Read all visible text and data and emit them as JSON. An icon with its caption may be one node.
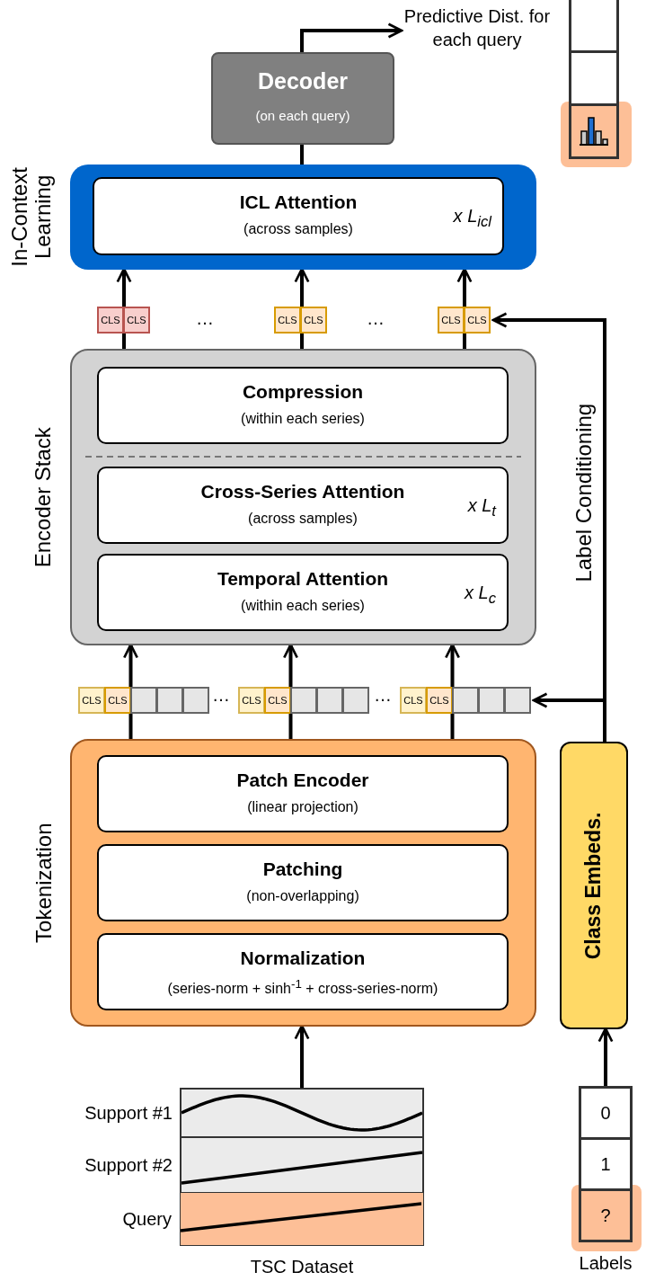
{
  "diagram": {
    "nodes": [
      {
        "text": [
          "Predictive Dist. for each query"
        ]
      },
      {
        "text": [],
        "shape": "box"
      },
      {
        "text": [],
        "shape": "box"
      },
      {
        "text": [],
        "shape": "box"
      },
      {
        "text": [
          "Decoder",
          "(on each query)"
        ]
      },
      {
        "text": [
          "In-Context Learning"
        ]
      },
      {
        "text": [
          "ICL Attention",
          "(across samples)",
          "x L$_{icl}$"
        ],
        "in": 5
      },
      {
        "text": [
          "CLS"
        ]
      },
      {
        "text": [
          "CLS"
        ]
      },
      {
        "text": [
          "CLS"
        ]
      },
      {
        "text": [
          "CLS"
        ]
      },
      {
        "text": [
          "CLS"
        ]
      },
      {
        "text": [
          "CLS"
        ]
      },
      {
        "text": [
          "Encoder Stack"
        ]
      },
      {
        "text": [
          "Compression",
          "(within each series)"
        ],
        "in": 13
      },
      {
        "text": [
          "Cross-Series Attention",
          "(across samples)",
          "x L$_{t}$"
        ],
        "in": 13
      },
      {
        "text": [
          "Temporal Attention",
          "(within each series)",
          "x L$_{c}$"
        ],
        "in": 13
      },
      {
        "text": [
          "CLS"
        ]
      },
      {
        "text": [
          "CLS"
        ]
      },
      {
        "text": [],
        "shape": "box"
      },
      {
        "text": [],
        "shape": "box"
      },
      {
        "text": [],
        "shape": "box"
      },
      {
        "text": [
          "CLS"
        ]
      },
      {
        "text": [
          "CLS"
        ]
      },
      {
        "text": [],
        "shape": "box"
      },
      {
        "text": [],
        "shape": "box"
      },
      {
        "text": [],
        "shape": "box"
      },
      {
        "text": [
          "CLS"
        ]
      },
      {
        "text": [
          "CLS"
        ]
      },
      {
        "text": [],
        "shape": "box"
      },
      {
        "text": [],
        "shape": "box"
      },
      {
        "text": [],
        "shape": "box"
      },
      {
        "text": [
          "Tokenization"
        ]
      },
      {
        "text": [
          "Patch Encoder",
          "(linear projection)"
        ],
        "in": 32
      },
      {
        "text": [
          "Patching",
          "(non-overlapping)"
        ],
        "in": 32
      },
      {
        "text": [
          "Normalization",
          "(series-norm + sinh$^{-1}$ + cross-series-norm)"
        ],
        "in": 32
      },
      {
        "text": [
          "Class Embeds."
        ]
      },
      {
        "text": [
          "TSC Dataset"
        ]
      },
      {
        "text": [
          "Support #1"
        ],
        "in": 37
      },
      {
        "text": [
          "Support #2"
        ],
        "in": 37
      },
      {
        "text": [
          "Query"
        ],
        "in": 37
      },
      {
        "text": [
          "Labels"
        ]
      },
      {
        "text": [
          "0"
        ],
        "in": 41
      },
      {
        "text": [
          "1"
        ],
        "in": 41
      },
      {
        "text": [
          "?"
        ],
        "in": 41
      }
    ],
    "edges": [
      {
        "from": 4,
        "to": 0,
        "arrow": "to"
      },
      {
        "from": 5,
        "to": 4,
        "arrow": "none"
      },
      {
        "from": 13,
        "to": 5,
        "arrow": "to"
      },
      {
        "from": 13,
        "to": 5,
        "arrow": "to"
      },
      {
        "from": 13,
        "to": 5,
        "arrow": "to"
      },
      {
        "from": 32,
        "to": 13,
        "arrow": "to"
      },
      {
        "from": 32,
        "to": 13,
        "arrow": "to"
      },
      {
        "from": 32,
        "to": 13,
        "arrow": "to"
      },
      {
        "from": 37,
        "to": 32,
        "arrow": "to"
      },
      {
        "from": 41,
        "to": 36,
        "arrow": "to"
      },
      {
        "from": 36,
        "to": 12,
        "arrow": "to",
        "label": "Label Conditioning"
      },
      {
        "from": 36,
        "to": 31,
        "arrow": "to"
      }
    ],
    "labels": [
      "…",
      "…",
      "…",
      "…"
    ]
  }
}
